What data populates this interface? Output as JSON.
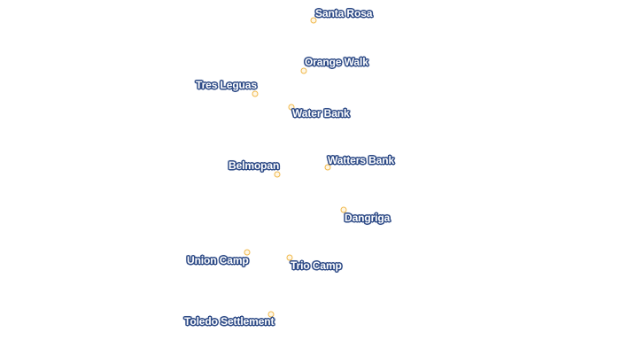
{
  "map": {
    "places": [
      {
        "id": "santa-rosa",
        "name": "Santa Rosa"
      },
      {
        "id": "orange-walk",
        "name": "Orange Walk"
      },
      {
        "id": "tres-leguas",
        "name": "Tres Leguas"
      },
      {
        "id": "water-bank",
        "name": "Water Bank"
      },
      {
        "id": "belmopan",
        "name": "Belmopan"
      },
      {
        "id": "watters-bank",
        "name": "Watters Bank"
      },
      {
        "id": "dangriga",
        "name": "Dangriga"
      },
      {
        "id": "union-camp",
        "name": "Union Camp"
      },
      {
        "id": "trio-camp",
        "name": "Trio Camp"
      },
      {
        "id": "toledo-settlement",
        "name": "Toledo Settlement"
      }
    ],
    "colors": {
      "marker_stroke": "#f0b84a",
      "label_text": "#ffffff",
      "label_halo": "#2d4a86"
    }
  }
}
